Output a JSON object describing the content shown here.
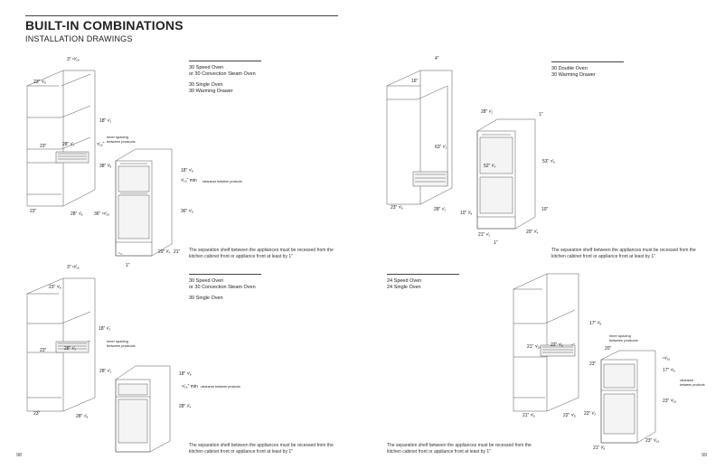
{
  "header": {
    "title": "BUILT-IN COMBINATIONS",
    "subtitle": "INSTALLATION DRAWINGS"
  },
  "pages": {
    "left": "98",
    "right": "99"
  },
  "panels": [
    {
      "id": "top-left",
      "models": [
        "30 Speed Oven",
        "or 30 Convection Steam Oven",
        "30 Single Oven",
        "30 Warming Drawer"
      ],
      "note": [
        "The separation shelf between the appliances must be recessed from the",
        "kitchen cabinet front or appliance front at least by 1\""
      ],
      "dims": [
        "3\" ¹³⁄₁₆",
        "23\" ⁵⁄₈",
        "18\" ¹⁄₂",
        "23\"",
        "28\" ¹⁄₂",
        "⁵⁄₁₆\"",
        "inner spacing",
        "between products",
        "38\" ³⁄₈",
        "18\" ⁵⁄₈",
        "⁵⁄₁₆\" min",
        "clearance between products",
        "36\" ⁵⁄₈",
        "23\"",
        "28\" ⁷⁄₈",
        "36\" ¹⁵⁄₁₆",
        "1\"",
        "29\" ³⁄₄",
        "21\"",
        "¹⁄₁₆"
      ]
    },
    {
      "id": "top-right",
      "models": [
        "30 Double Oven",
        "30 Warming Drawer"
      ],
      "note": [
        "The separation shelf between the appliances must be recessed from the",
        "kitchen cabinet front or appliance front at least by 1\""
      ],
      "dims": [
        "4\"",
        "16\"",
        "28\" ¹⁄₂",
        "1\"",
        "63\" ¹⁄₂",
        "52\" ³⁄₄",
        "53\" ⁵⁄₈",
        "23\" ⁵⁄₈",
        "28\" ¹⁄₂",
        "10\" ³⁄₈",
        "10\"",
        "21\" ¹⁄₂",
        "29\" ³⁄₄",
        "1\""
      ]
    },
    {
      "id": "bottom-left",
      "models": [
        "30 Speed Oven",
        "or 30 Convection Steam Oven",
        "30 Single Oven"
      ],
      "note": [
        "The separation shelf between the appliances must be recessed from the",
        "kitchen cabinet front or appliance front at least by 1\""
      ],
      "dims": [
        "3\" ¹³⁄₁₆",
        "23\" ⁵⁄₈",
        "18\" ¹⁄₂",
        "23\"",
        "28\" ¹⁄₂",
        "inner spacing",
        "between products",
        "28\" ¹⁄₂",
        "18\" ⁵⁄₈",
        "⁵⁄₁₆\" min",
        "clearance between products",
        "28\" ³⁄₄",
        "23\"",
        "28\" ⁷⁄₈"
      ]
    },
    {
      "id": "bottom-right",
      "models": [
        "24 Speed Oven",
        "24 Single Oven"
      ],
      "note": [
        "The separation shelf between the appliances must be recessed from the",
        "kitchen cabinet front or appliance front at least by 1\""
      ],
      "dims": [
        "17\" ³⁄₈",
        "inner spacing",
        "between products",
        "21\" ⁵⁄₁₆",
        "22\" ⁵⁄₈",
        "20\"",
        "23\"",
        "¹⁵⁄₁₆",
        "17\" ⁵⁄₈",
        "clearance",
        "between products",
        "23\" ⁵⁄₁₆",
        "21\" ⁵⁄₈",
        "22\" ⁵⁄₈",
        "22\" ¹⁄₂",
        "21\" ³⁄₈",
        "23\" ⁵⁄₁₆"
      ]
    }
  ]
}
